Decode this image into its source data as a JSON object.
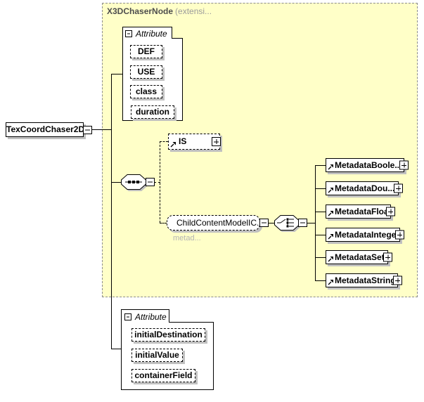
{
  "diagram": {
    "root_element": {
      "label": "TexCoordChaser2D"
    },
    "extension": {
      "title": "X3DChaserNode",
      "suffix": "(extensi..."
    },
    "top_attributes": {
      "label": "Attribute",
      "items": [
        {
          "label": "DEF"
        },
        {
          "label": "USE"
        },
        {
          "label": "class"
        },
        {
          "label": "duration"
        }
      ]
    },
    "is_element": {
      "label": "IS"
    },
    "child_content_model": {
      "label": "ChildContentModelIC...",
      "annotation": "metad..."
    },
    "metadata_elements": [
      {
        "label": "MetadataBoole..."
      },
      {
        "label": "MetadataDou..."
      },
      {
        "label": "MetadataFloat"
      },
      {
        "label": "MetadataInteger"
      },
      {
        "label": "MetadataSet"
      },
      {
        "label": "MetadataString"
      }
    ],
    "bottom_attributes": {
      "label": "Attribute",
      "items": [
        {
          "label": "initialDestination"
        },
        {
          "label": "initialValue"
        },
        {
          "label": "containerField"
        }
      ]
    },
    "colors": {
      "extension_background": "#ffffc8",
      "extension_border": "#8c8c8c",
      "shadow": "#c0c0c0",
      "extension_title": "#4d4d4d",
      "extension_title_suffix": "#9b9b9b",
      "annotation_text": "#b4b4b4",
      "line": "#000000"
    }
  }
}
